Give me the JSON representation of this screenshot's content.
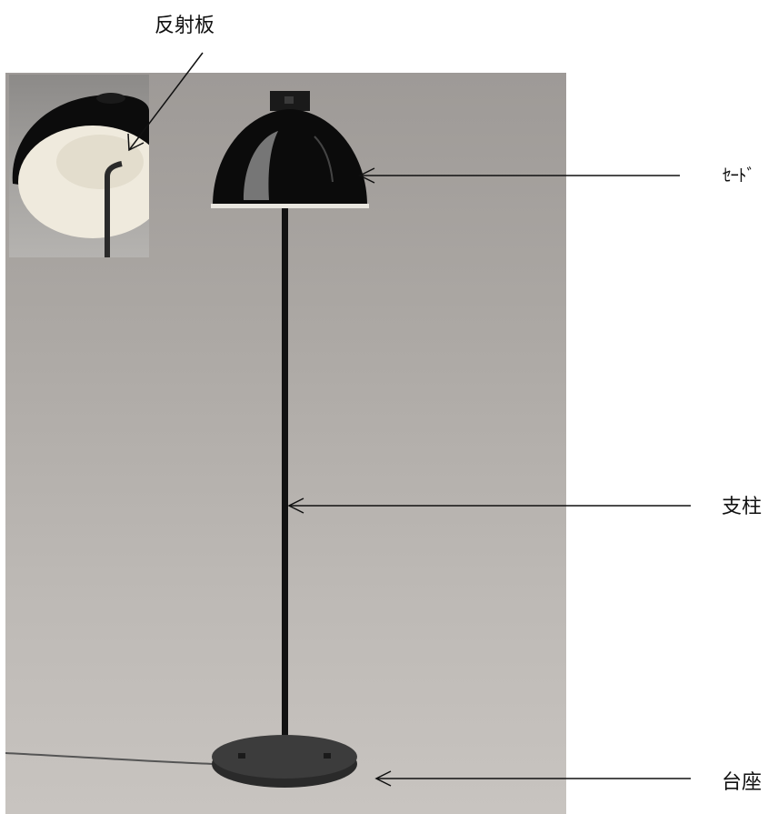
{
  "labels": {
    "reflector": "反射板",
    "shade": "ｾｰﾄﾞ",
    "pole": "支柱",
    "base": "台座"
  },
  "colors": {
    "lamp_black": "#0b0b0b",
    "reflector_inner": "#efeadd",
    "backdrop": "#b2aeaa",
    "annotation_line": "#111111"
  }
}
